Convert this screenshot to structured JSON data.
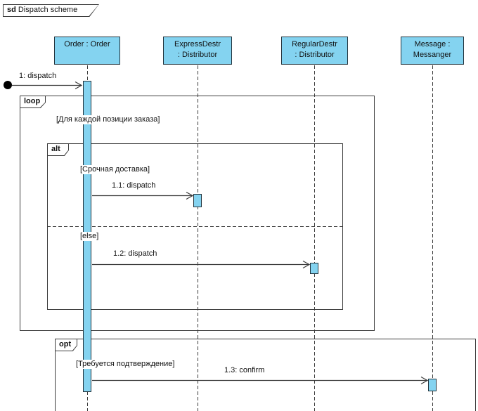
{
  "frame": {
    "keyword": "sd",
    "title": "Dispatch scheme"
  },
  "lifelines": [
    {
      "name": "Order",
      "line1": "Order : Order",
      "line2": ""
    },
    {
      "name": "ExpressDestr",
      "line1": "ExpressDestr",
      "line2": ": Distributor"
    },
    {
      "name": "RegularDestr",
      "line1": "RegularDestr",
      "line2": ": Distributor"
    },
    {
      "name": "Messanger",
      "line1": "Message :",
      "line2": "Messanger"
    }
  ],
  "fragments": {
    "loop": {
      "keyword": "loop",
      "guard": "[Для каждой позиции заказа]"
    },
    "alt": {
      "keyword": "alt",
      "guard": "[Срочная доставка]",
      "else_guard": "[else]"
    },
    "opt": {
      "keyword": "opt",
      "guard": "[Требуется подтверждение]"
    }
  },
  "messages": [
    {
      "label": "1: dispatch",
      "from": "found",
      "to": "Order : Order"
    },
    {
      "label": "1.1: dispatch",
      "from": "Order : Order",
      "to": "ExpressDestr : Distributor"
    },
    {
      "label": "1.2: dispatch",
      "from": "Order : Order",
      "to": "RegularDestr : Distributor"
    },
    {
      "label": "1.3: confirm",
      "from": "Order : Order",
      "to": "Message : Messanger"
    }
  ],
  "colors": {
    "activation_fill": "#84d3f0",
    "shape_border": "#22333c",
    "line": "#3a3a3a",
    "background": "#ffffff"
  }
}
